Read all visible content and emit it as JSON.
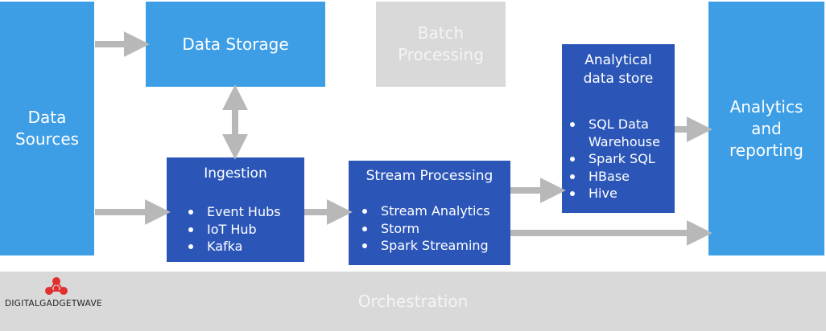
{
  "colors": {
    "light_blue": "#3d9ee6",
    "dark_blue": "#2b56b8",
    "grey_box": "#d9d9d9",
    "arrow": "#b8b8b8",
    "orchestration": "#d9d9d9"
  },
  "nodes": {
    "data_sources": "Data\nSources",
    "data_storage": "Data Storage",
    "batch_processing": "Batch\nProcessing",
    "ingestion": {
      "title": "Ingestion",
      "items": [
        "Event Hubs",
        "IoT Hub",
        "Kafka"
      ]
    },
    "stream_processing": {
      "title": "Stream Processing",
      "items": [
        "Stream Analytics",
        "Storm",
        "Spark Streaming"
      ]
    },
    "analytical_data_store": {
      "title": "Analytical\ndata store",
      "items": [
        "SQL Data Warehouse",
        "Spark SQL",
        "HBase",
        "Hive"
      ]
    },
    "analytics_reporting": "Analytics\nand\nreporting"
  },
  "orchestration": "Orchestration",
  "logo": {
    "brand": "DIGITALGADGETWAVE",
    "icon": "network-nodes-icon",
    "color": "#e03030"
  }
}
